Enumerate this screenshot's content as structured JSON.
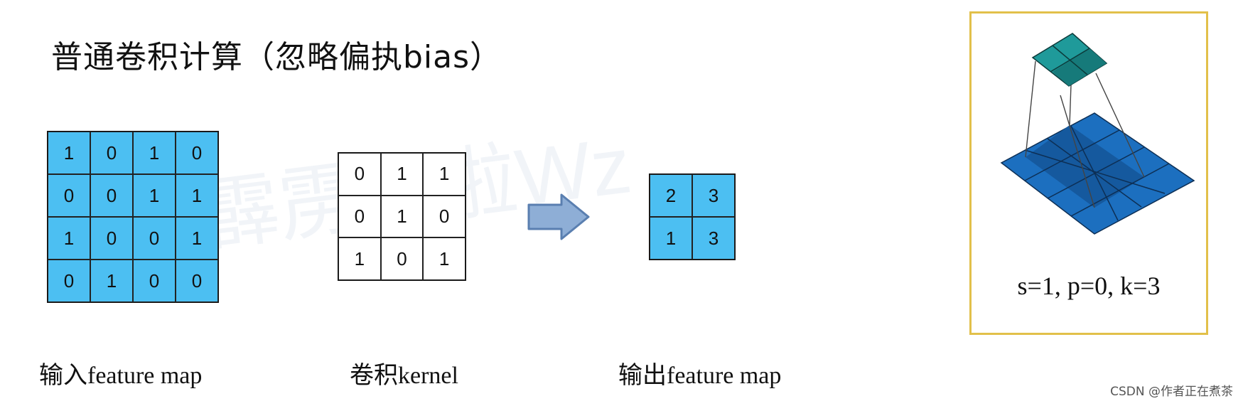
{
  "title": "普通卷积计算（忽略偏执bias）",
  "watermark": "bili: 霹雳吧啦Wz",
  "input": {
    "caption": "输入feature map",
    "rows": [
      [
        "1",
        "0",
        "1",
        "0"
      ],
      [
        "0",
        "0",
        "1",
        "1"
      ],
      [
        "1",
        "0",
        "0",
        "1"
      ],
      [
        "0",
        "1",
        "0",
        "0"
      ]
    ]
  },
  "kernel": {
    "caption": "卷积kernel",
    "rows": [
      [
        "0",
        "1",
        "1"
      ],
      [
        "0",
        "1",
        "0"
      ],
      [
        "1",
        "0",
        "1"
      ]
    ]
  },
  "output": {
    "caption": "输出feature map",
    "rows": [
      [
        "2",
        "3"
      ],
      [
        "1",
        "3"
      ]
    ]
  },
  "animation": {
    "params": "s=1, p=0, k=3"
  },
  "credit": "CSDN @作者正在煮茶",
  "colors": {
    "input_cell": "#4cbff2",
    "arrow_fill": "#8eaed6",
    "arrow_stroke": "#5a7fb0",
    "box_border": "#e2c04a",
    "top_plane": "#1f9a9a",
    "bottom_plane": "#1c6fbf"
  }
}
